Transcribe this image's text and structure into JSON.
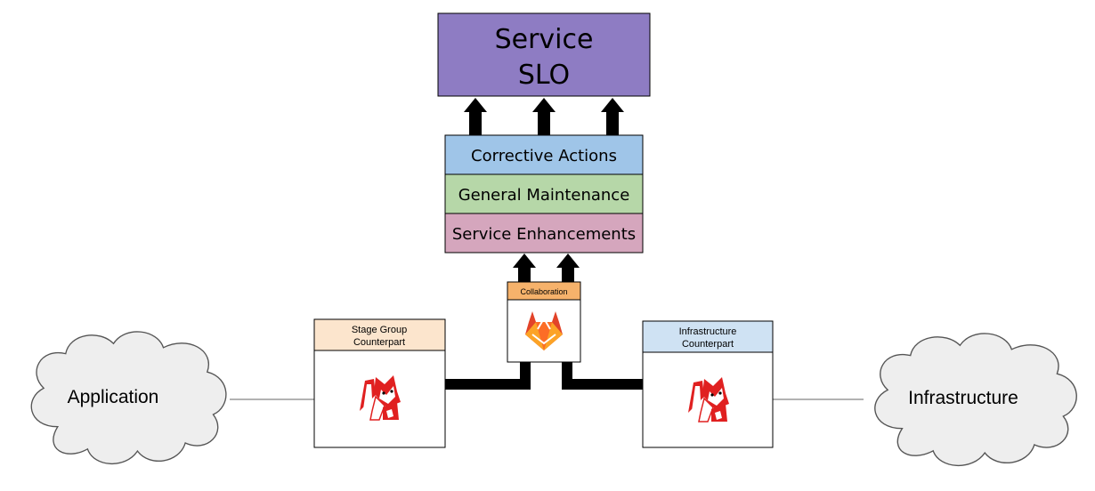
{
  "service_slo": {
    "line1": "Service",
    "line2": "SLO",
    "color": "#8e7cc3"
  },
  "stack": {
    "corrective_actions": {
      "label": "Corrective Actions",
      "color": "#9fc5e8"
    },
    "general_maintenance": {
      "label": "General Maintenance",
      "color": "#b6d7a8"
    },
    "service_enhancements": {
      "label": "Service Enhancements",
      "color": "#d5a6bd"
    }
  },
  "collaboration": {
    "label": "Collaboration",
    "color": "#f6b26b",
    "icon": "gitlab-logo-icon"
  },
  "stage_group": {
    "line1": "Stage Group",
    "line2": "Counterpart",
    "color": "#fce5cd",
    "icon": "fox-mascot-icon"
  },
  "infra_counterpart": {
    "line1": "Infrastructure",
    "line2": "Counterpart",
    "color": "#cfe2f3",
    "icon": "fox-mascot-icon"
  },
  "application": {
    "label": "Application"
  },
  "infrastructure": {
    "label": "Infrastructure"
  },
  "cloud_color": "#eeeeee"
}
